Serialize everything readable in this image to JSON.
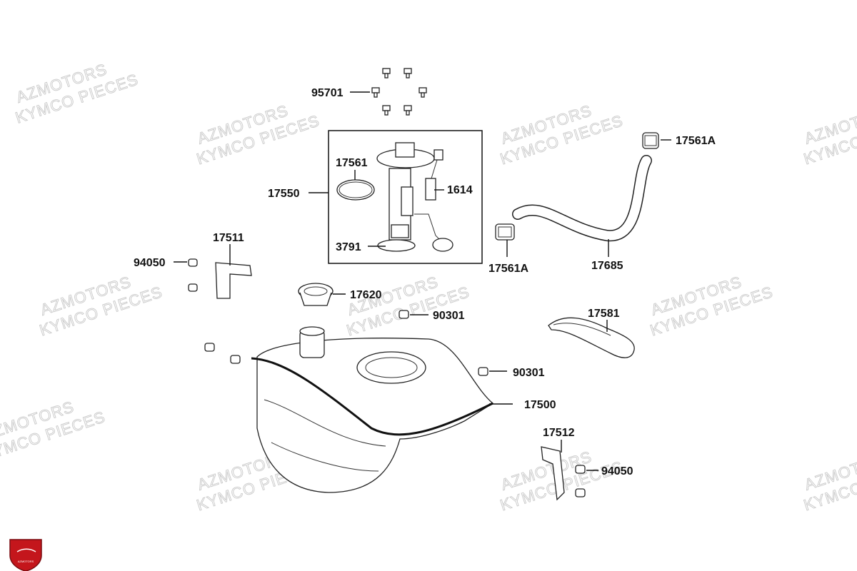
{
  "watermark": {
    "line1": "AZMOTORS",
    "line2": "KYMCO PIECES"
  },
  "logo": {
    "text": "AZMOTORS",
    "color": "#c4161c"
  },
  "callouts": {
    "c95701": "95701",
    "c17550": "17550",
    "c17561": "17561",
    "c1614": "1614",
    "c3791": "3791",
    "c17561A_top": "17561A",
    "c17561A_mid": "17561A",
    "c17685": "17685",
    "c94050_left": "94050",
    "c17511": "17511",
    "c17620": "17620",
    "c90301_top": "90301",
    "c17581": "17581",
    "c90301_mid": "90301",
    "c17500": "17500",
    "c17512": "17512",
    "c94050_right": "94050"
  }
}
